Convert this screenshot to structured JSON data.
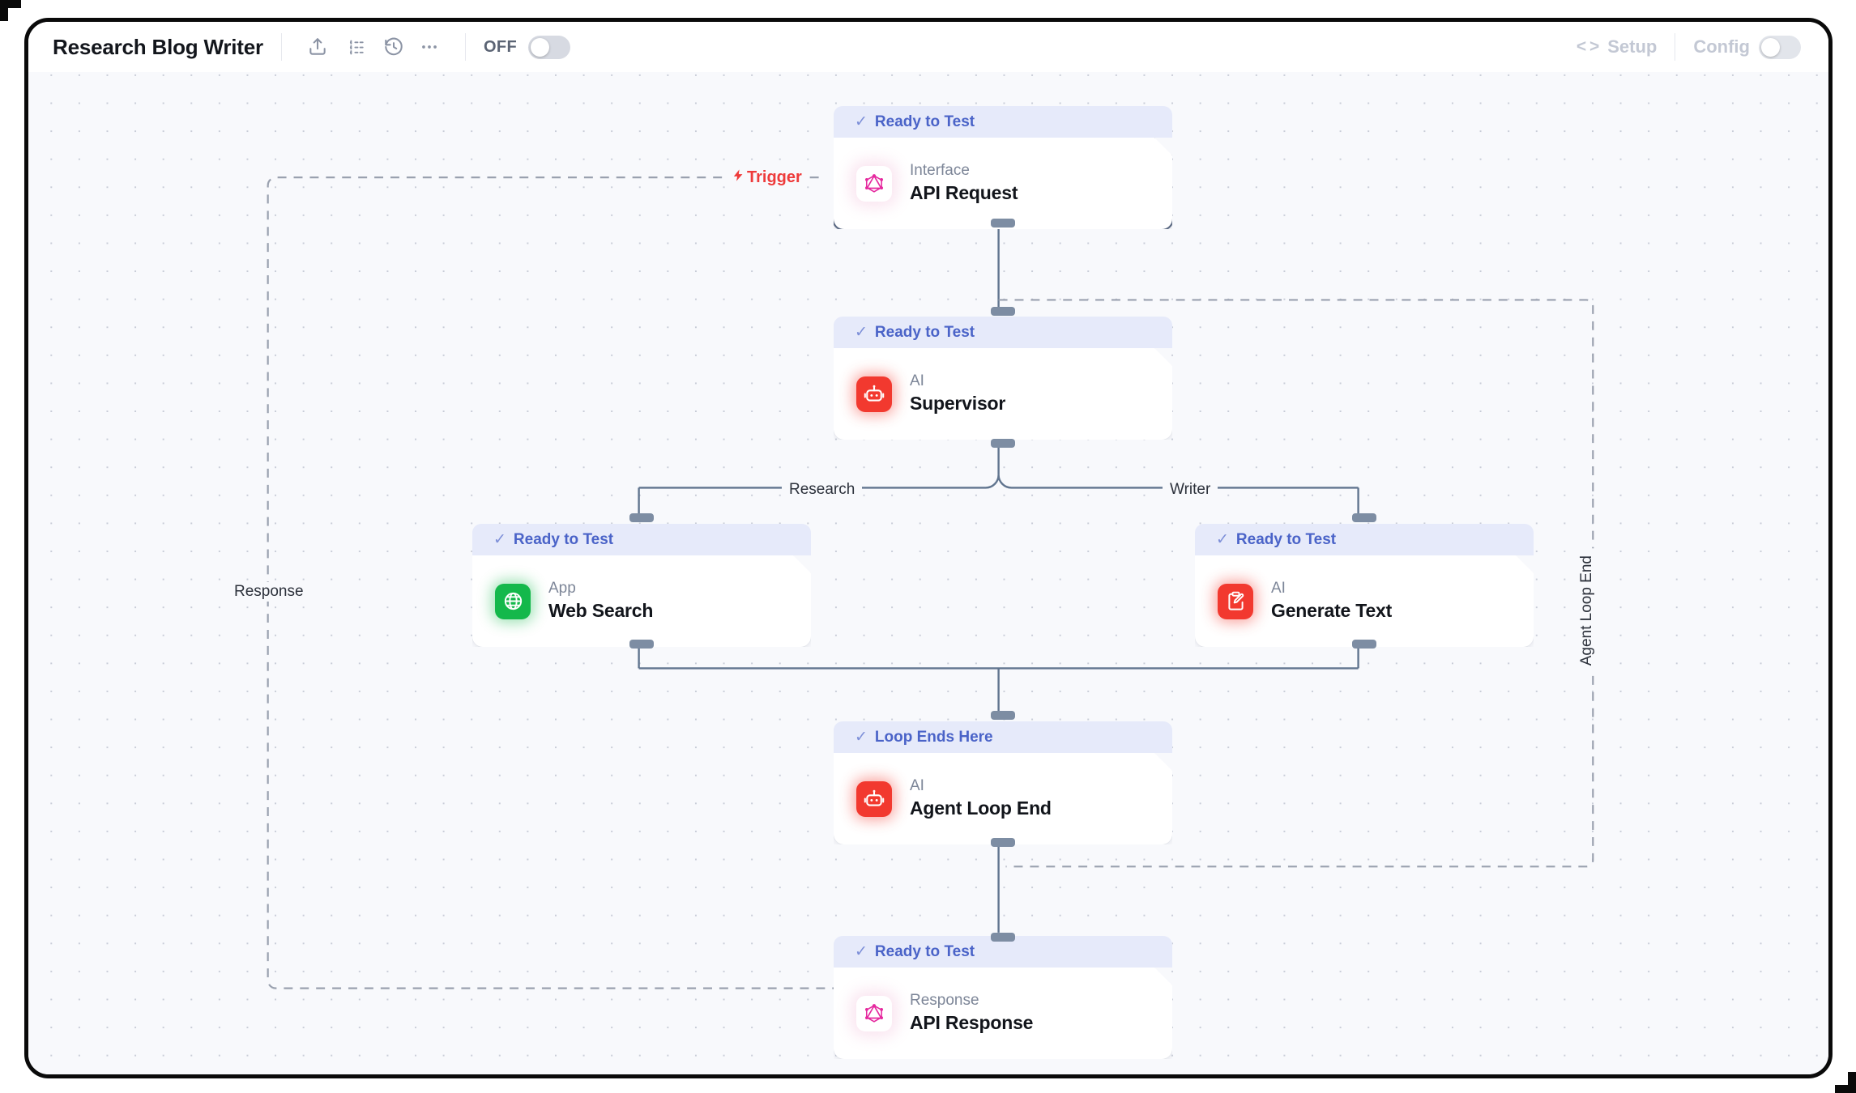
{
  "window": {
    "title": "Research Blog Writer"
  },
  "toolbar": {
    "title": "Research Blog Writer",
    "icons": [
      {
        "name": "share-upload-icon",
        "glyph": "share"
      },
      {
        "name": "list-view-icon",
        "glyph": "list"
      },
      {
        "name": "version-history-icon",
        "glyph": "history"
      },
      {
        "name": "more-options-icon",
        "glyph": "ellipsis"
      }
    ],
    "power_label": "OFF",
    "setup_label": "Setup",
    "setup_icon": "< >",
    "config_label": "Config"
  },
  "canvas": {
    "labels": {
      "trigger": "Trigger",
      "research": "Research",
      "writer": "Writer",
      "response": "Response",
      "agent_loop_end": "Agent Loop End"
    }
  },
  "nodes": [
    {
      "id": "api-request",
      "status": "Ready to Test",
      "kind": "Interface",
      "title": "API Request",
      "icon": "graphql-icon",
      "icon_color": "#e5289e",
      "selected": true
    },
    {
      "id": "supervisor",
      "status": "Ready to Test",
      "kind": "AI",
      "title": "Supervisor",
      "icon": "robot-icon",
      "icon_color": "#f2392f",
      "selected": false
    },
    {
      "id": "web-search",
      "status": "Ready to Test",
      "kind": "App",
      "title": "Web Search",
      "icon": "globe-icon",
      "icon_color": "#14b84b",
      "selected": false
    },
    {
      "id": "generate-text",
      "status": "Ready to Test",
      "kind": "AI",
      "title": "Generate Text",
      "icon": "clipboard-pencil-icon",
      "icon_color": "#f2392f",
      "selected": false
    },
    {
      "id": "agent-loop-end",
      "status": "Loop Ends Here",
      "kind": "AI",
      "title": "Agent Loop End",
      "icon": "robot-icon",
      "icon_color": "#f2392f",
      "selected": false
    },
    {
      "id": "api-response",
      "status": "Ready to Test",
      "kind": "Response",
      "title": "API Response",
      "icon": "graphql-icon",
      "icon_color": "#e5289e",
      "selected": false
    }
  ],
  "colors": {
    "canvas_bg": "#f8f9fc",
    "status_bar_bg": "#e6eafa",
    "status_text": "#4a63c8",
    "edge": "#61758f",
    "dashed_edge": "#9aa1af",
    "trigger": "#ee3b3b"
  }
}
